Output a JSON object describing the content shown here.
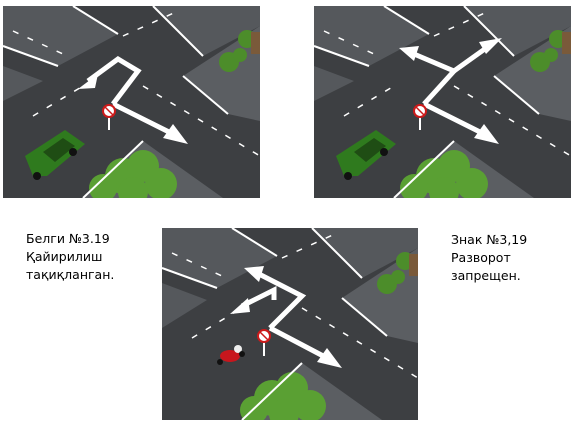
{
  "caption_kazakh": "Белги №3.19\nҚайирилиш\nтақиқланган.",
  "caption_russian": "Знак №3,19\nРазворот\nзапрещен.",
  "panels": [
    {
      "vehicle": "car",
      "arrows": [
        "left-turn",
        "right-turn"
      ]
    },
    {
      "vehicle": "car",
      "arrows": [
        "straight",
        "right-turn"
      ]
    },
    {
      "vehicle": "motorcycle",
      "arrows": [
        "straight",
        "left-turn",
        "right-turn"
      ]
    }
  ],
  "sign": "no-u-turn-sign",
  "colors": {
    "road": "#3d3f42",
    "sidewalk": "#5b5e62",
    "grass": "#4c8d2a",
    "marking": "#ffffff",
    "car": "#2f7a1e",
    "motorcycle": "#c8161d",
    "sign_ring": "#cc1a1a"
  }
}
